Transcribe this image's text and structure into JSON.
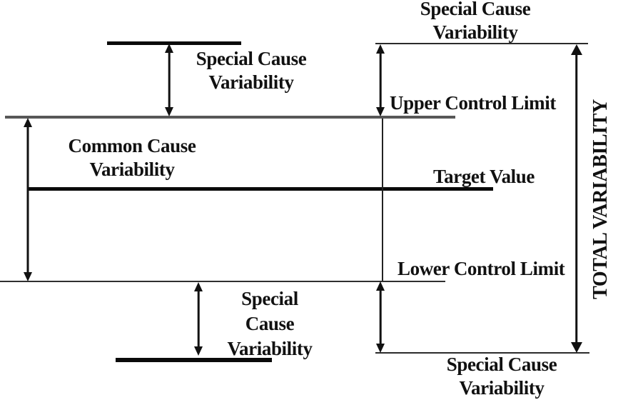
{
  "diagram": {
    "labels": {
      "special_cause_top_left": [
        "Special Cause",
        "Variability"
      ],
      "special_cause_top_right": [
        "Special Cause",
        "Variability"
      ],
      "common_cause": [
        "Common Cause",
        "Variability"
      ],
      "upper_control_limit": "Upper Control Limit",
      "target_value": "Target Value",
      "lower_control_limit": "Lower Control Limit",
      "special_cause_bottom_center": [
        "Special",
        "Cause",
        "Variability"
      ],
      "special_cause_bottom_right": [
        "Special Cause",
        "Variability"
      ],
      "total_variability": "TOTAL VARIABILITY"
    },
    "colors": {
      "text": "#111111",
      "arrow": "#111111",
      "extreme_line": "#0a0a0a",
      "target_line": "#0a0a0a",
      "upper_control_limit_line": "#575757",
      "lower_control_limit_line": "#2f2f2f",
      "boundary_line": "#2b2b2b",
      "connector_line": "#222222",
      "background": "#ffffff"
    }
  }
}
